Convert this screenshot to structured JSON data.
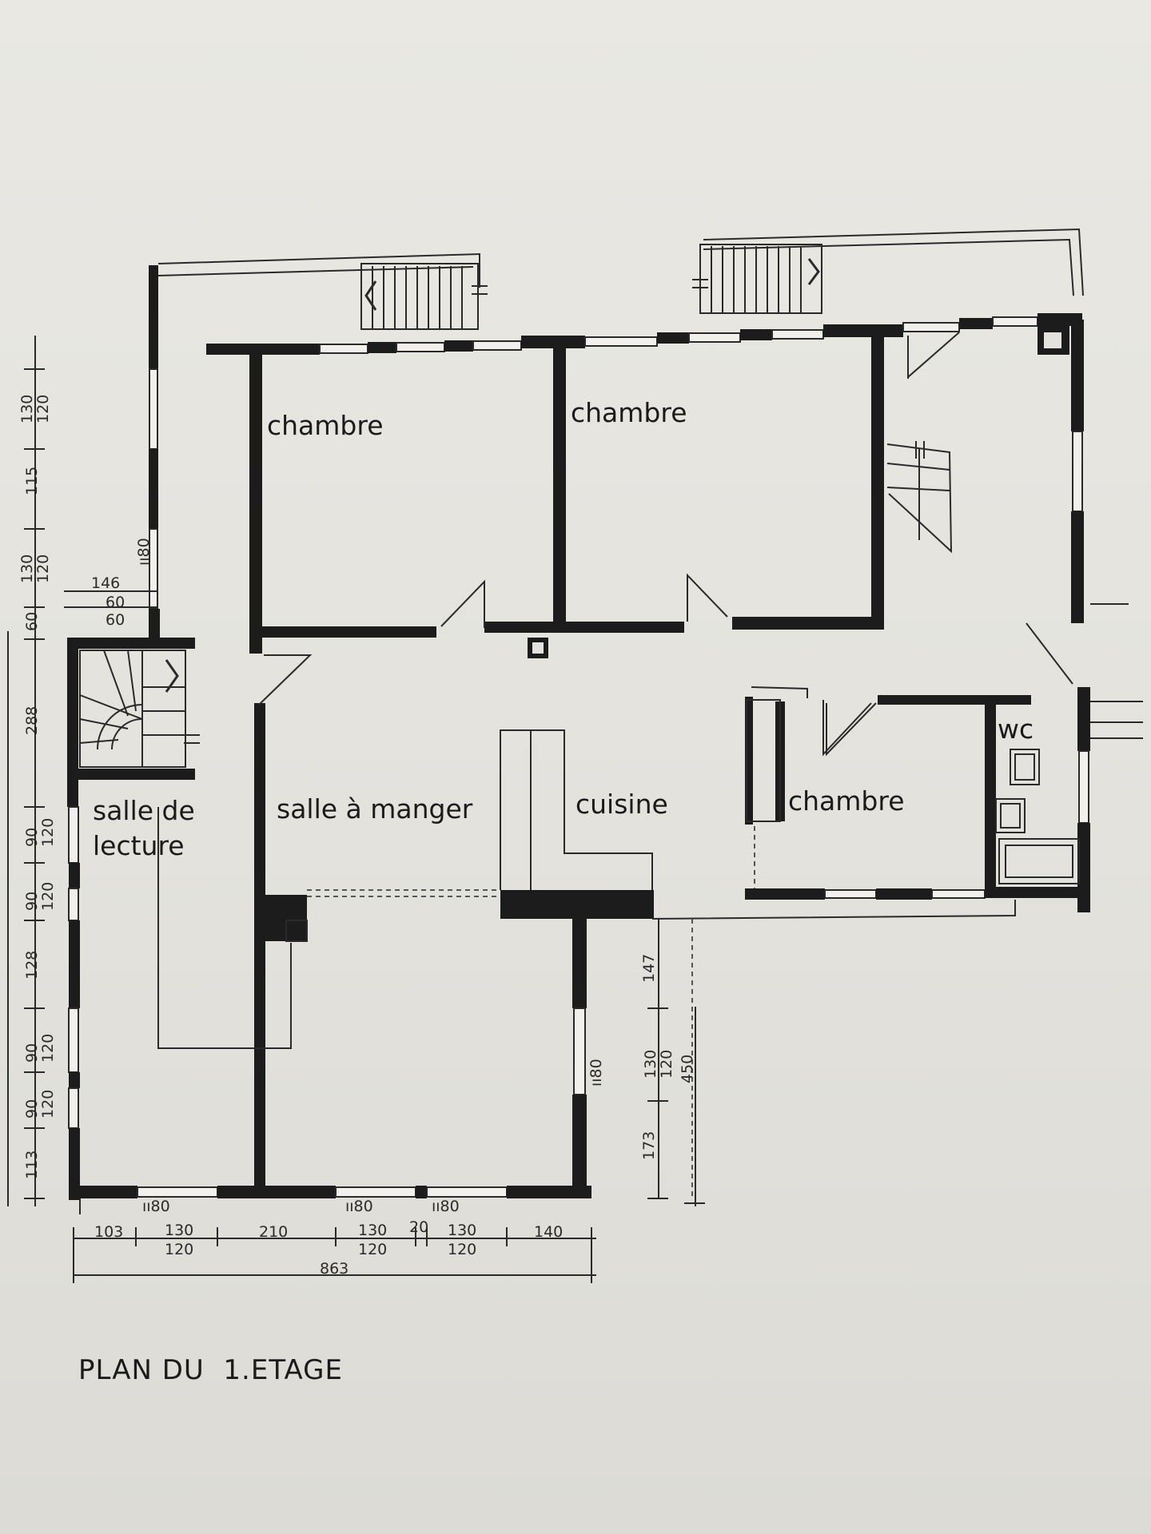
{
  "rooms": {
    "chambre_1": "chambre",
    "chambre_2": "chambre",
    "chambre_3": "chambre",
    "wc": "wc",
    "salle_lecture_line1": "salle de",
    "salle_lecture_line2": "lecture",
    "salle_a_manger": "salle à manger",
    "cuisine": "cuisine"
  },
  "dimensions": {
    "bottom": [
      "103",
      "130",
      "120",
      "210",
      "130",
      "120",
      "20",
      "130",
      "120",
      "140"
    ],
    "bottom_total": "863",
    "window_widths": [
      "ıı80",
      "ıı80",
      "ıı80"
    ],
    "left_upper": [
      "130",
      "120",
      "115",
      "130",
      "120",
      "60",
      "288"
    ],
    "left_lower": [
      "90",
      "120",
      "90",
      "120",
      "128",
      "90",
      "120",
      "90",
      "120",
      "113"
    ],
    "top_small": [
      "146",
      "60",
      "60",
      "ıı80"
    ],
    "right": [
      "147",
      "130",
      "120",
      "450",
      "173",
      "ıı80"
    ]
  },
  "title": "PLAN DU  1.ETAGE"
}
